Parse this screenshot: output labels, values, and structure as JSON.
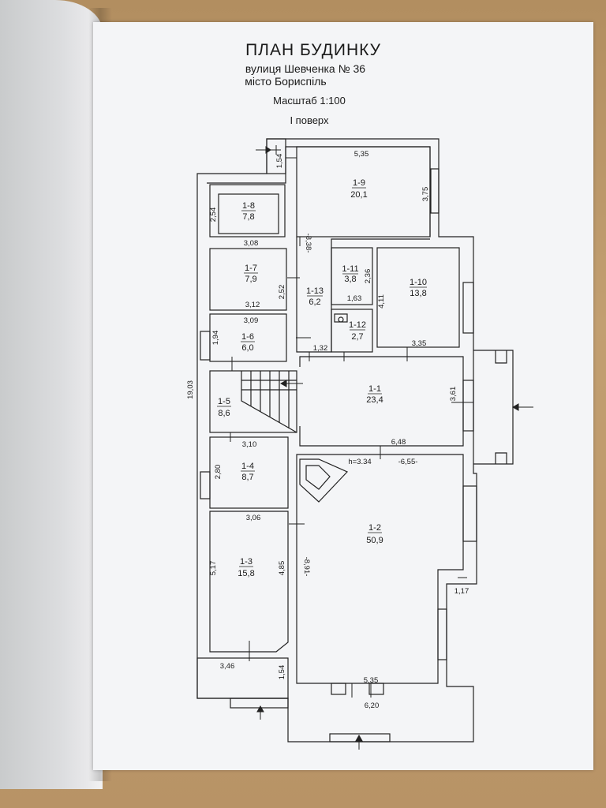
{
  "header": {
    "title": "ПЛАН БУДИНКУ",
    "street": "вулиця Шевченка № 36",
    "city": "місто Бориспіль",
    "scale": "Масштаб 1:100",
    "floor": "I поверх"
  },
  "rooms": [
    {
      "id": "1-1",
      "area": "23,4"
    },
    {
      "id": "1-2",
      "area": "50,9"
    },
    {
      "id": "1-3",
      "area": "15,8"
    },
    {
      "id": "1-4",
      "area": "8,7"
    },
    {
      "id": "1-5",
      "area": "8,6"
    },
    {
      "id": "1-6",
      "area": "6,0"
    },
    {
      "id": "1-7",
      "area": "7,9"
    },
    {
      "id": "1-8",
      "area": "7,8"
    },
    {
      "id": "1-9",
      "area": "20,1"
    },
    {
      "id": "1-10",
      "area": "13,8"
    },
    {
      "id": "1-11",
      "area": "3,8"
    },
    {
      "id": "1-12",
      "area": "2,7"
    },
    {
      "id": "1-13",
      "area": "6,2"
    }
  ],
  "dimensions": {
    "d_535_top": "5,35",
    "d_154_top": "1,54",
    "d_375": "3,75",
    "d_254": "2,54",
    "d_308": "3,08",
    "d_838": "-8,38-",
    "d_236": "2,36",
    "d_252": "2,52",
    "d_163": "1,63",
    "d_411": "4,11",
    "d_312": "3,12",
    "d_309": "3,09",
    "d_194": "1,94",
    "d_132": "1,32",
    "d_335": "3,35",
    "d_1903": "19,03",
    "d_361": "3,61",
    "d_310": "3,10",
    "d_648": "6,48",
    "d_h334": "h=3.34",
    "d_655": "-6,55-",
    "d_280": "2,80",
    "d_306": "3,06",
    "d_517": "5,17",
    "d_485": "4,85",
    "d_891": "-8,91-",
    "d_117": "1,17",
    "d_346": "3,46",
    "d_154_bottom": "1,54",
    "d_535_bottom": "5,35",
    "d_620": "6,20"
  }
}
